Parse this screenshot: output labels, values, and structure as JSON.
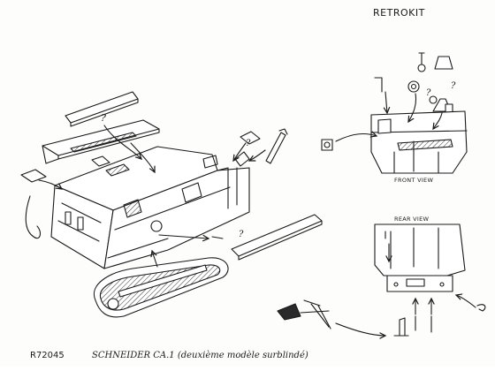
{
  "brand": {
    "name": "RETROKIT"
  },
  "footer": {
    "kit_code": "R72045",
    "title": "SCHNEIDER CA.1 (deuxième modèle surblindé)"
  },
  "views": {
    "front_label": "FRONT VIEW",
    "rear_label": "REAR VIEW"
  },
  "marks": {
    "q1": "?",
    "q2": "?",
    "q3": "?",
    "q4": "?",
    "q5": "?",
    "q6": "?"
  }
}
